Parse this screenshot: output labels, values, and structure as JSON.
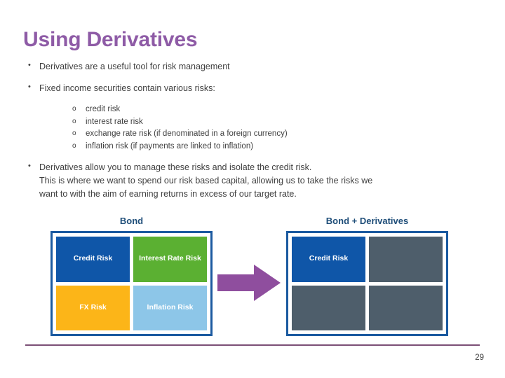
{
  "slide": {
    "title": "Using Derivatives",
    "page_number": "29",
    "title_color": "#8e5ba6",
    "rule_color": "#7b4f76",
    "body_text_color": "#404040"
  },
  "bullets": [
    {
      "marker": "•",
      "text": "Derivatives are a useful tool for risk management"
    },
    {
      "marker": "•",
      "text": "Fixed income securities contain various risks:"
    }
  ],
  "sub_bullets": [
    {
      "marker": "o",
      "text": "credit risk"
    },
    {
      "marker": "o",
      "text": "interest rate risk"
    },
    {
      "marker": "o",
      "text": "exchange rate risk (if denominated in a foreign currency)"
    },
    {
      "marker": "o",
      "text": "inflation risk (if payments are linked to inflation)"
    }
  ],
  "paragraph_bullet": {
    "marker": "•",
    "line1": "Derivatives allow you to manage these risks and isolate the credit risk.",
    "line2": "This is where we want to spend our risk based capital, allowing us to take the risks we",
    "line3": "want to with the aim of earning returns in excess of our target rate."
  },
  "diagrams": {
    "left": {
      "label": "Bond",
      "border_color": "#1b5aa0",
      "cells": [
        {
          "label": "Credit Risk",
          "color": "#0f56a8",
          "text_color": "#ffffff"
        },
        {
          "label": "Interest Rate Risk",
          "color": "#5bb032",
          "text_color": "#ffffff"
        },
        {
          "label": "FX Risk",
          "color": "#fcb518",
          "text_color": "#ffffff"
        },
        {
          "label": "Inflation Risk",
          "color": "#8dc6e8",
          "text_color": "#ffffff"
        }
      ]
    },
    "right": {
      "label": "Bond + Derivatives",
      "border_color": "#1b5aa0",
      "cells": [
        {
          "label": "Credit Risk",
          "color": "#0f56a8",
          "text_color": "#ffffff"
        },
        {
          "label": "",
          "color": "#4e5e6b",
          "text_color": "#ffffff"
        },
        {
          "label": "",
          "color": "#4e5e6b",
          "text_color": "#ffffff"
        },
        {
          "label": "",
          "color": "#4e5e6b",
          "text_color": "#ffffff"
        }
      ]
    }
  },
  "arrow": {
    "icon": "right-arrow-icon",
    "color": "#8f4e9e"
  }
}
